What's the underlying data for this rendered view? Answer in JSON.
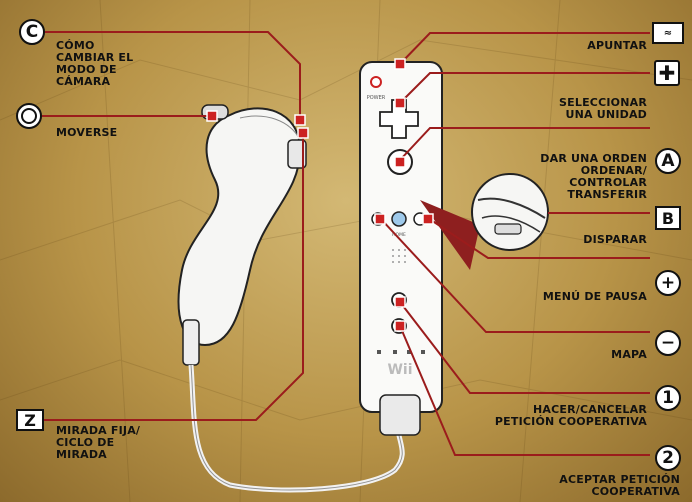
{
  "labels": {
    "camera": "CÓMO\nCAMBIAR EL\nMODO DE\nCÁMARA",
    "move": "MOVERSE",
    "z_lock": "MIRADA FIJA/\nCICLO DE\nMIRADA",
    "aim": "APUNTAR",
    "select_unit": "SELECCIONAR\nUNA UNIDAD",
    "order": "DAR UNA ORDEN\nORDENAR/\nCONTROLAR\nTRANSFERIR",
    "fire": "DISPARAR",
    "pause": "MENÚ DE PAUSA",
    "map": "MAPA",
    "coop_toggle": "HACER/CANCELAR\nPETICIÓN COOPERATIVA",
    "coop_accept": "ACEPTAR PETICIÓN\nCOOPERATIVA"
  },
  "badges": {
    "c": "C",
    "z": "Z",
    "a": "A",
    "b": "B",
    "plus": "+",
    "minus": "−",
    "one": "1",
    "two": "2"
  },
  "remote": {
    "brand": "Wii",
    "power": "POWER",
    "home": "HOME"
  },
  "colors": {
    "leader_line": "#9b1c1c",
    "label_text": "#111111",
    "background": "#c6a55e"
  }
}
